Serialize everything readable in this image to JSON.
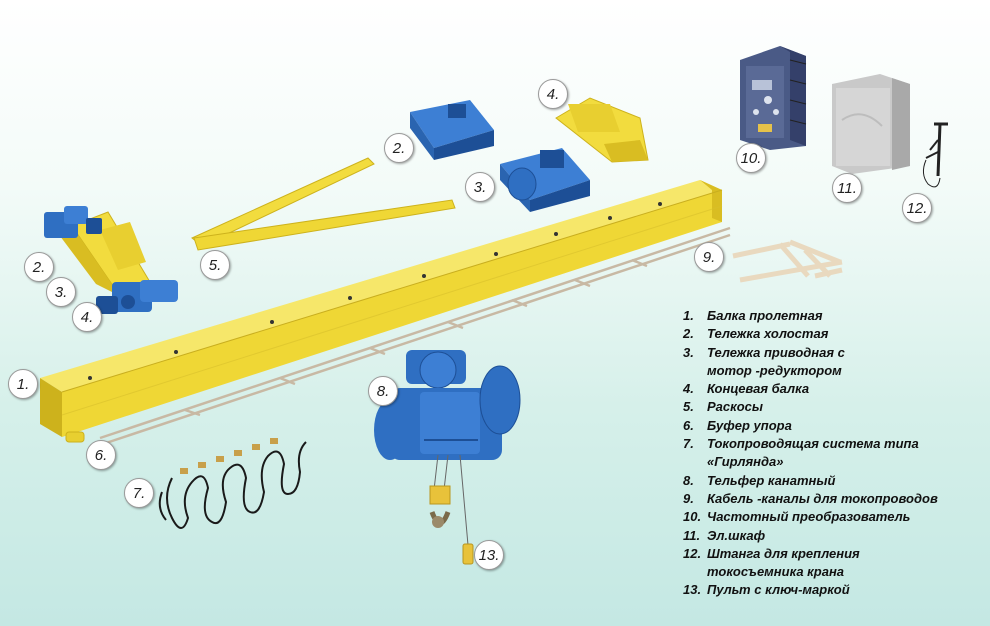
{
  "callouts": [
    {
      "id": "1",
      "label": "1."
    },
    {
      "id": "2a",
      "label": "2."
    },
    {
      "id": "2b",
      "label": "2."
    },
    {
      "id": "3a",
      "label": "3."
    },
    {
      "id": "3b",
      "label": "3."
    },
    {
      "id": "4a",
      "label": "4."
    },
    {
      "id": "4b",
      "label": "4."
    },
    {
      "id": "5",
      "label": "5."
    },
    {
      "id": "6",
      "label": "6."
    },
    {
      "id": "7",
      "label": "7."
    },
    {
      "id": "8",
      "label": "8."
    },
    {
      "id": "9",
      "label": "9."
    },
    {
      "id": "10",
      "label": "10."
    },
    {
      "id": "11",
      "label": "11."
    },
    {
      "id": "12",
      "label": "12."
    },
    {
      "id": "13",
      "label": "13."
    }
  ],
  "legend": [
    {
      "num": "1.",
      "lines": [
        "Балка пролетная"
      ]
    },
    {
      "num": "2.",
      "lines": [
        "Тележка холостая"
      ]
    },
    {
      "num": "3.",
      "lines": [
        "Тележка приводная с",
        "мотор -редуктором"
      ]
    },
    {
      "num": "4.",
      "lines": [
        "Концевая балка"
      ]
    },
    {
      "num": "5.",
      "lines": [
        "Раскосы"
      ]
    },
    {
      "num": "6.",
      "lines": [
        "Буфер упора"
      ]
    },
    {
      "num": "7.",
      "lines": [
        "Токопроводящая система типа",
        "«Гирлянда»"
      ]
    },
    {
      "num": "8.",
      "lines": [
        "Тельфер канатный"
      ]
    },
    {
      "num": "9.",
      "lines": [
        "Кабель -каналы для токопроводов"
      ]
    },
    {
      "num": "10.",
      "lines": [
        "Частотный преобразователь"
      ]
    },
    {
      "num": "11.",
      "lines": [
        "Эл.шкаф"
      ]
    },
    {
      "num": "12.",
      "lines": [
        "Штанга для крепления",
        "токосъемника крана"
      ]
    },
    {
      "num": "13.",
      "lines": [
        "Пульт с ключ-маркой"
      ]
    }
  ],
  "colors": {
    "beam": "#f2dc3e",
    "beam_dark": "#cdb21c",
    "motor": "#2f6fc2",
    "motor_dark": "#1d4f96",
    "inverter": "#4a5a86",
    "cabinet": "#c9c9c9"
  }
}
